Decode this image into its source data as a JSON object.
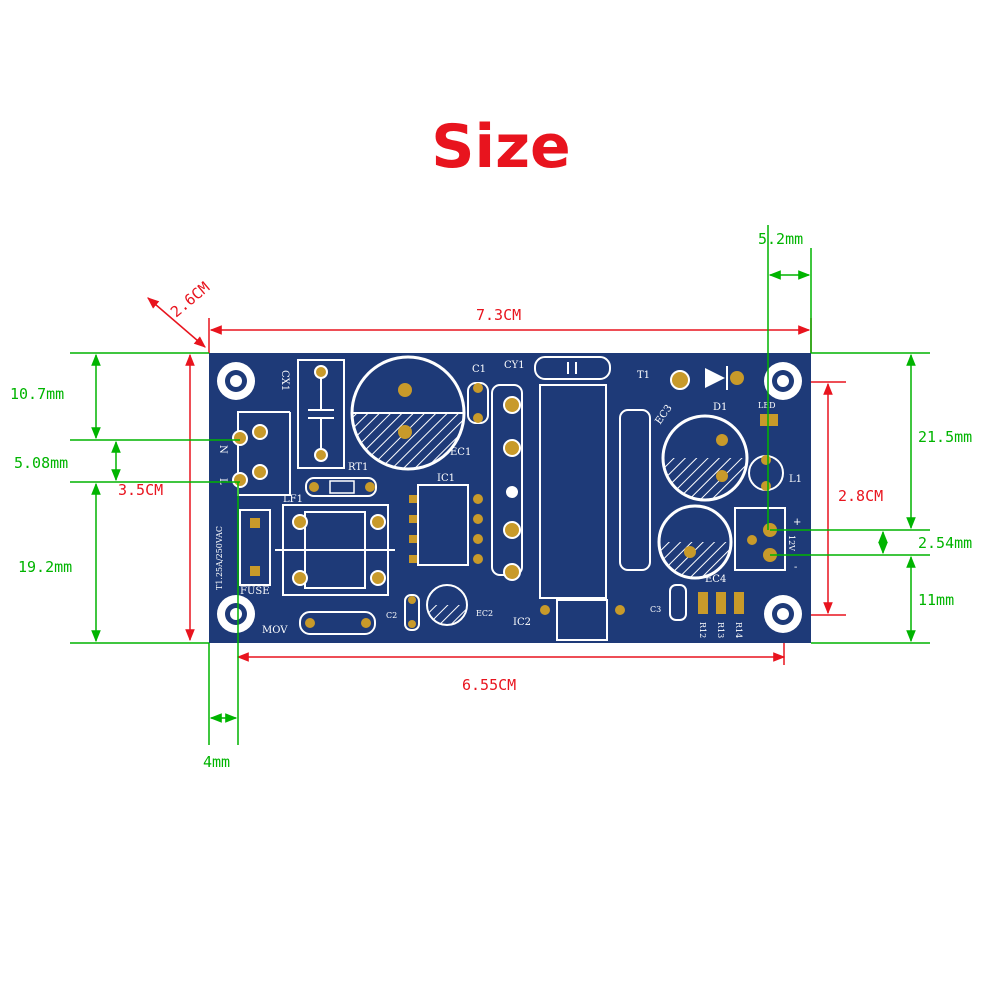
{
  "title": "Size",
  "colors": {
    "title": "#e8141e",
    "red_dim": "#e8141e",
    "green_dim": "#00b400",
    "pcb": "#1e3a78",
    "pad": "#c89a2a"
  },
  "dimensions": {
    "diag": "2.6CM",
    "width_top": "7.3CM",
    "width_bottom": "6.55CM",
    "hole_right": "5.2mm",
    "top_left": "10.7mm",
    "pin_pitch_left": "5.08mm",
    "height_left": "3.5CM",
    "bottom_left": "19.2mm",
    "hole_left": "4mm",
    "top_right": "21.5mm",
    "height_right": "2.8CM",
    "pin_pitch_right": "2.54mm",
    "bottom_right": "11mm"
  },
  "silkscreen": {
    "cx1": "CX1",
    "c1": "C1",
    "cy1": "CY1",
    "t1": "T1",
    "d1": "D1",
    "led": "LED",
    "ec1": "EC1",
    "ec3": "EC3",
    "l1": "L1",
    "rt1": "RT1",
    "ic1": "IC1",
    "lf1": "LF1",
    "fuse_rating": "T1.25A/250VAC",
    "fuse": "FUSE",
    "mov": "MOV",
    "c2": "C2",
    "ec2": "EC2",
    "ic2": "IC2",
    "c3": "C3",
    "ec4": "EC4",
    "r12": "R12",
    "r13": "R13",
    "r14": "R14",
    "n": "N",
    "l": "L",
    "plus": "+",
    "minus": "-",
    "v12": "12V"
  }
}
